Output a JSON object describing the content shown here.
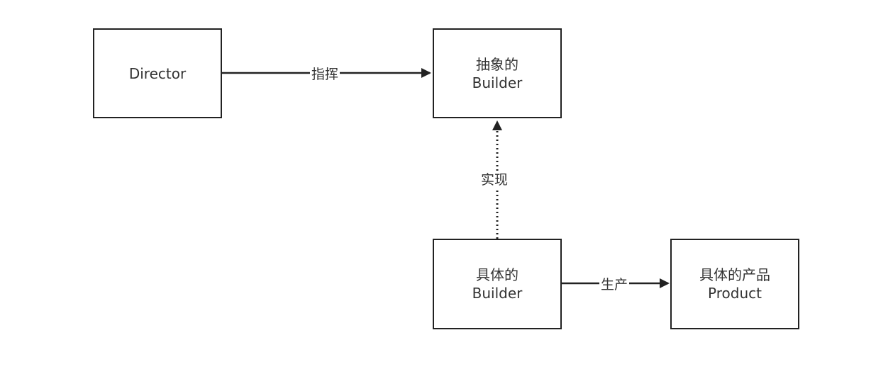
{
  "diagram": {
    "nodes": {
      "director": {
        "lines": [
          "Director"
        ]
      },
      "abstract_builder": {
        "lines": [
          "抽象的",
          "Builder"
        ]
      },
      "concrete_builder": {
        "lines": [
          "具体的",
          "Builder"
        ]
      },
      "product": {
        "lines": [
          "具体的产品",
          "Product"
        ]
      }
    },
    "edges": {
      "direct": {
        "label": "指挥",
        "style": "solid"
      },
      "implement": {
        "label": "实现",
        "style": "dotted"
      },
      "produce": {
        "label": "生产",
        "style": "solid"
      }
    },
    "colors": {
      "stroke": "#222222",
      "text": "#333333",
      "background": "#ffffff"
    }
  }
}
